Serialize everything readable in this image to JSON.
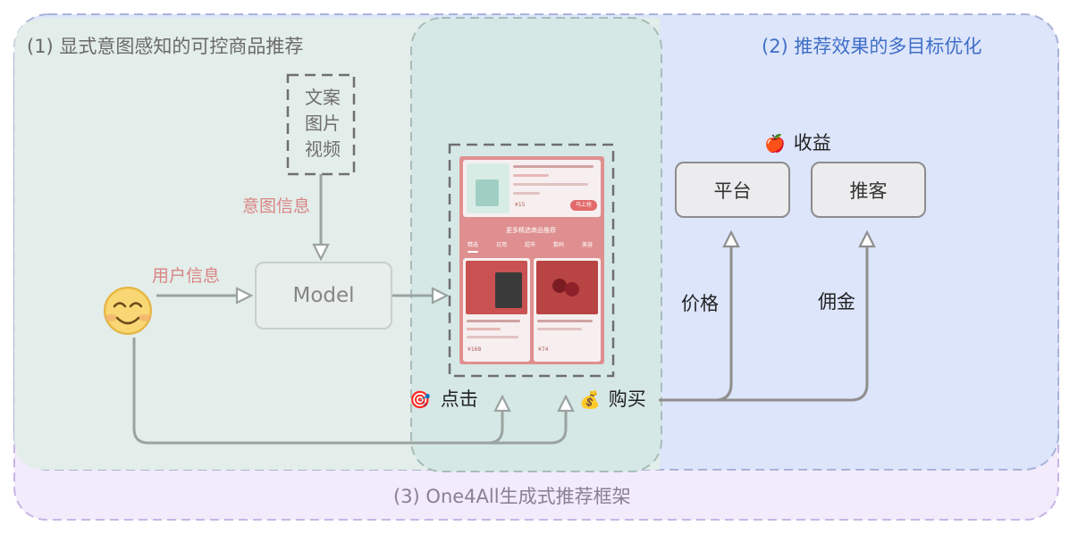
{
  "sections": {
    "explicit_intent": "(1) 显式意图感知的可控商品推荐",
    "multi_objective": "(2) 推荐效果的多目标优化",
    "framework": "(3) One4All生成式推荐框架"
  },
  "inputs": {
    "content_lines": [
      "文案",
      "图片",
      "视频"
    ],
    "intent_info": "意图信息",
    "user_info": "用户信息",
    "user_emoji": "😊"
  },
  "model_label": "Model",
  "feedback": {
    "click_label": "点击",
    "click_icon": "🎯",
    "buy_label": "购买",
    "buy_icon": "💰"
  },
  "revenue": {
    "icon": "🍎",
    "title": "收益",
    "platform": "平台",
    "promoter": "推客",
    "price": "价格",
    "commission": "佣金"
  },
  "phone_mockup": {
    "section_title": "更多精选商品推荐",
    "tabs": [
      "精选",
      "日用",
      "超市",
      "数码",
      "美容"
    ],
    "top_price": "¥15",
    "top_button": "马上抢",
    "left_price": "¥168",
    "right_price": "¥74"
  },
  "colors": {
    "green_region": "#e3ede9",
    "blue_region": "#dde5fb",
    "purple_region": "#f1ebfb",
    "teal_region": "#d5e8e6",
    "section2_text": "#3f6fc7",
    "pink_text": "#d98585"
  }
}
